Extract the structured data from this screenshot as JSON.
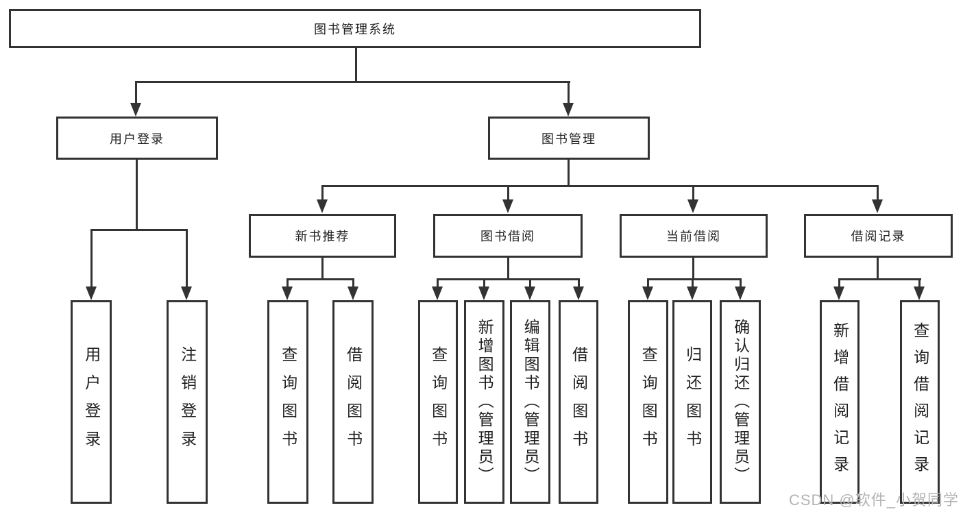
{
  "diagram": {
    "root": {
      "label": "图书管理系统"
    },
    "level2": [
      {
        "label": "用户登录"
      },
      {
        "label": "图书管理"
      }
    ],
    "level3": [
      {
        "label": "新书推荐"
      },
      {
        "label": "图书借阅"
      },
      {
        "label": "当前借阅"
      },
      {
        "label": "借阅记录"
      }
    ],
    "leaves": [
      {
        "label": "用户登录"
      },
      {
        "label": "注销登录"
      },
      {
        "label": "查询图书"
      },
      {
        "label": "借阅图书"
      },
      {
        "label": "查询图书"
      },
      {
        "label": "新增图书（管理员）"
      },
      {
        "label": "编辑图书（管理员）"
      },
      {
        "label": "借阅图书"
      },
      {
        "label": "查询图书"
      },
      {
        "label": "归还图书"
      },
      {
        "label": "确认归还（管理员）"
      },
      {
        "label": "新增借阅记录"
      },
      {
        "label": "查询借阅记录"
      }
    ],
    "watermark": "CSDN @软件_小贺同学"
  },
  "colors": {
    "line": "#333333",
    "text": "#1f1f1f",
    "watermark": "#b3b3b3",
    "background": "#ffffff"
  }
}
